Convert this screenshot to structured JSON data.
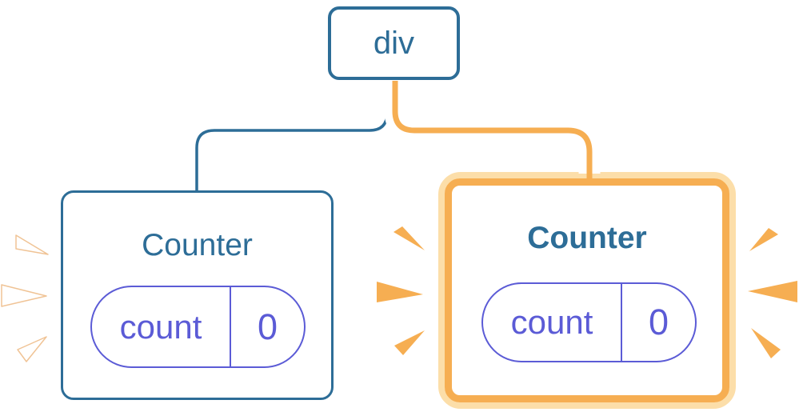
{
  "root_node": {
    "label": "div"
  },
  "left_counter": {
    "title": "Counter",
    "state_label": "count",
    "state_value": "0"
  },
  "right_counter": {
    "title": "Counter",
    "state_label": "count",
    "state_value": "0"
  },
  "colors": {
    "node_blue": "#2D6D97",
    "state_purple": "#5B5BD6",
    "highlight_orange": "#F6AE52",
    "highlight_orange_light": "#FCDEA9",
    "spark_outline": "#F0C395"
  }
}
